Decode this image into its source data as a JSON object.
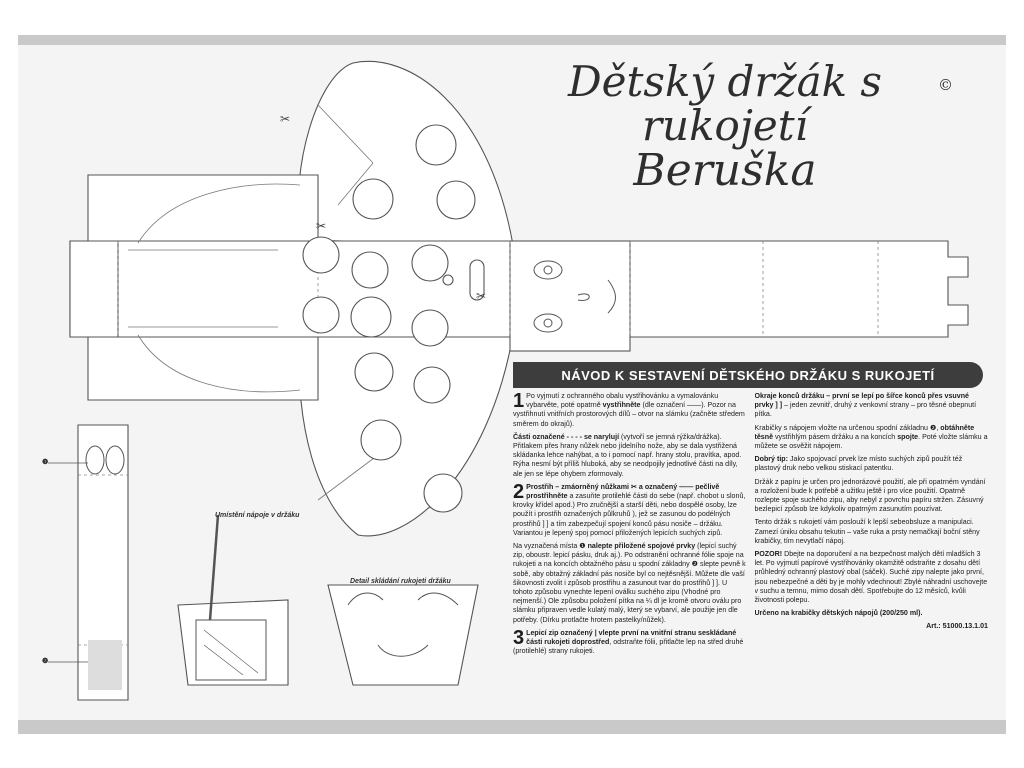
{
  "title": {
    "line1": "Dětský držák s rukojetí",
    "line2": "Beruška",
    "copyright": "©"
  },
  "banner": "NÁVOD K SESTAVENÍ DĚTSKÉHO DRŽÁKU S RUKOJETÍ",
  "labels": {
    "placement": "Umístění nápoje v držáku",
    "detail": "Detail skládání rukojeti držáku",
    "marker1": "❶",
    "marker2": "❷"
  },
  "steps": {
    "s1_num": "1",
    "s1_a": "Po vyjmutí z ochranného obalu vystřihovánku a vymalovánku vybarvěte, poté opatrně ",
    "s1_b": "vystřihněte",
    "s1_c": " (dle označení ——). Pozor na vystřihnutí vnitřních prostorových dílů – otvor na slámku (začněte středem směrem do okrajů).",
    "s1_d_b": "Části označené - - - - se narylují",
    "s1_d": " (vytvoří se jemná rýžka/drážka). Přitlakem přes hrany nůžek nebo jídelního nože, aby se dala vystřižená skládanka lehce nahýbat, a to i pomocí např. hrany stolu, pravítka, apod. Rýha nesmí být příliš hluboká, aby se neodpojily jednotlivé části na díly, ale jen se lépe ohybem zformovaly.",
    "s2_num": "2",
    "s2_b": "Prostřih – zmáorněný nůžkami ✂ a označený —— pečlivě prostřihněte",
    "s2": " a zasuňte protilehlé části do sebe (např. chobot u slonů, krovky křídel apod.) Pro zručnější a starší děti, nebo dospělé osoby, lze použít i prostřih označených půlkruhů ), jež se zasunou do podélných prostřihů ] ] a tím zabezpečují spojení konců pásu nosiče – držáku. Variantou je lepený spoj pomocí přiložených lepicích suchých zipů.",
    "s2_c_a": "Na vyznačená místa ❶ ",
    "s2_c_b": "nalepte přiložené spojové prvky",
    "s2_c": " (lepicí suchý zip, oboustr. lepicí pásku, druk aj.). Po odstranění ochranné fólie spoje na rukojeti a na koncích obtažného pásu u spodní základny ❷ slepte pevně k sobě, aby obtažný základní pás nosiče byl co nejtěsnější. Můžete dle vaší šikovnosti zvolit i způsob prostřihu a zasunout tvar do prostřihů ] ]. U tohoto způsobu vynechte lepení oválku suchého zipu (Vhodné pro nejmenší.) Ole způsobu položení pítka na ¼ dl je kromě otvoru oválu pro slámku připraven vedle kulatý malý, který se vybarví, ale použije jen dle potřeby. (Dírku protlačte hrotem pastelky/nůžek).",
    "s3_num": "3",
    "s3_b": "Lepicí zip označený | vlepte první na vnitřní stranu seskládané části rukojeti doprostřed",
    "s3": ", odstraňte fólii, přitlačte lep na střed druhé (protilehlé) strany rukojeti.",
    "c2_p1_b": "Okraje konců držáku – první se lepí po šířce konců přes vsuvné prvky ] ]",
    "c2_p1": " – jeden zevnitř, druhý z venkovní strany – pro těsné obepnutí pítka.",
    "c2_p2_a": "Krabičky s nápojem vložte na určenou spodní základnu ❷, ",
    "c2_p2_b": "obtáhněte těsně",
    "c2_p2_c": " vystřihlým pásem držáku a na koncích ",
    "c2_p2_d": "spojte",
    "c2_p2_e": ". Poté vložte slámku a můžete se osvěžit nápojem.",
    "c2_p3_b": "Dobrý tip:",
    "c2_p3": " Jako spojovací prvek lze místo suchých zipů použít též plastový druk nebo velkou stiskací patentku.",
    "c2_p4": "Držák z papíru je určen pro jednorázové použití, ale při opatrném vyndání a rozložení bude k potřebě a užitku ještě i pro více použití. Opatrně rozlepte spoje suchého zipu, aby nebyl z povrchu papíru stržen. Zásuvný bezlepicí způsob lze kdykoliv opatrným zasunutím pouzívat.",
    "c2_p5": "Tento držák s rukojetí vám poslouží k lepší sebeobsluze a manipulaci. Zamezí úniku obsahu tekutin – vaše ruka a prsty nemačkají boční stěny krabičky, tím nevytlačí nápoj.",
    "c2_p6_b": "POZOR!",
    "c2_p6": " Dbejte na doporučení a na bezpečnost malých dětí mladších 3 let. Po vyjmutí papírové vystřihovánky okamžitě odstraňte z dosahu dětí průhledný ochranný plastový obal (sáček). Suché zipy nalepte jako první, jsou nebezpečné a děti by je mohly vdechnout! Zbylé náhradní uschovejte v suchu a temnu, mimo dosah dětí. Spotřebujte do 12 měsíců, kvůli životnosti polepu.",
    "c2_p7": "Určeno na krabičky dětských nápojů (200/250 ml).",
    "art": "Art.: 51000.13.1.01"
  }
}
